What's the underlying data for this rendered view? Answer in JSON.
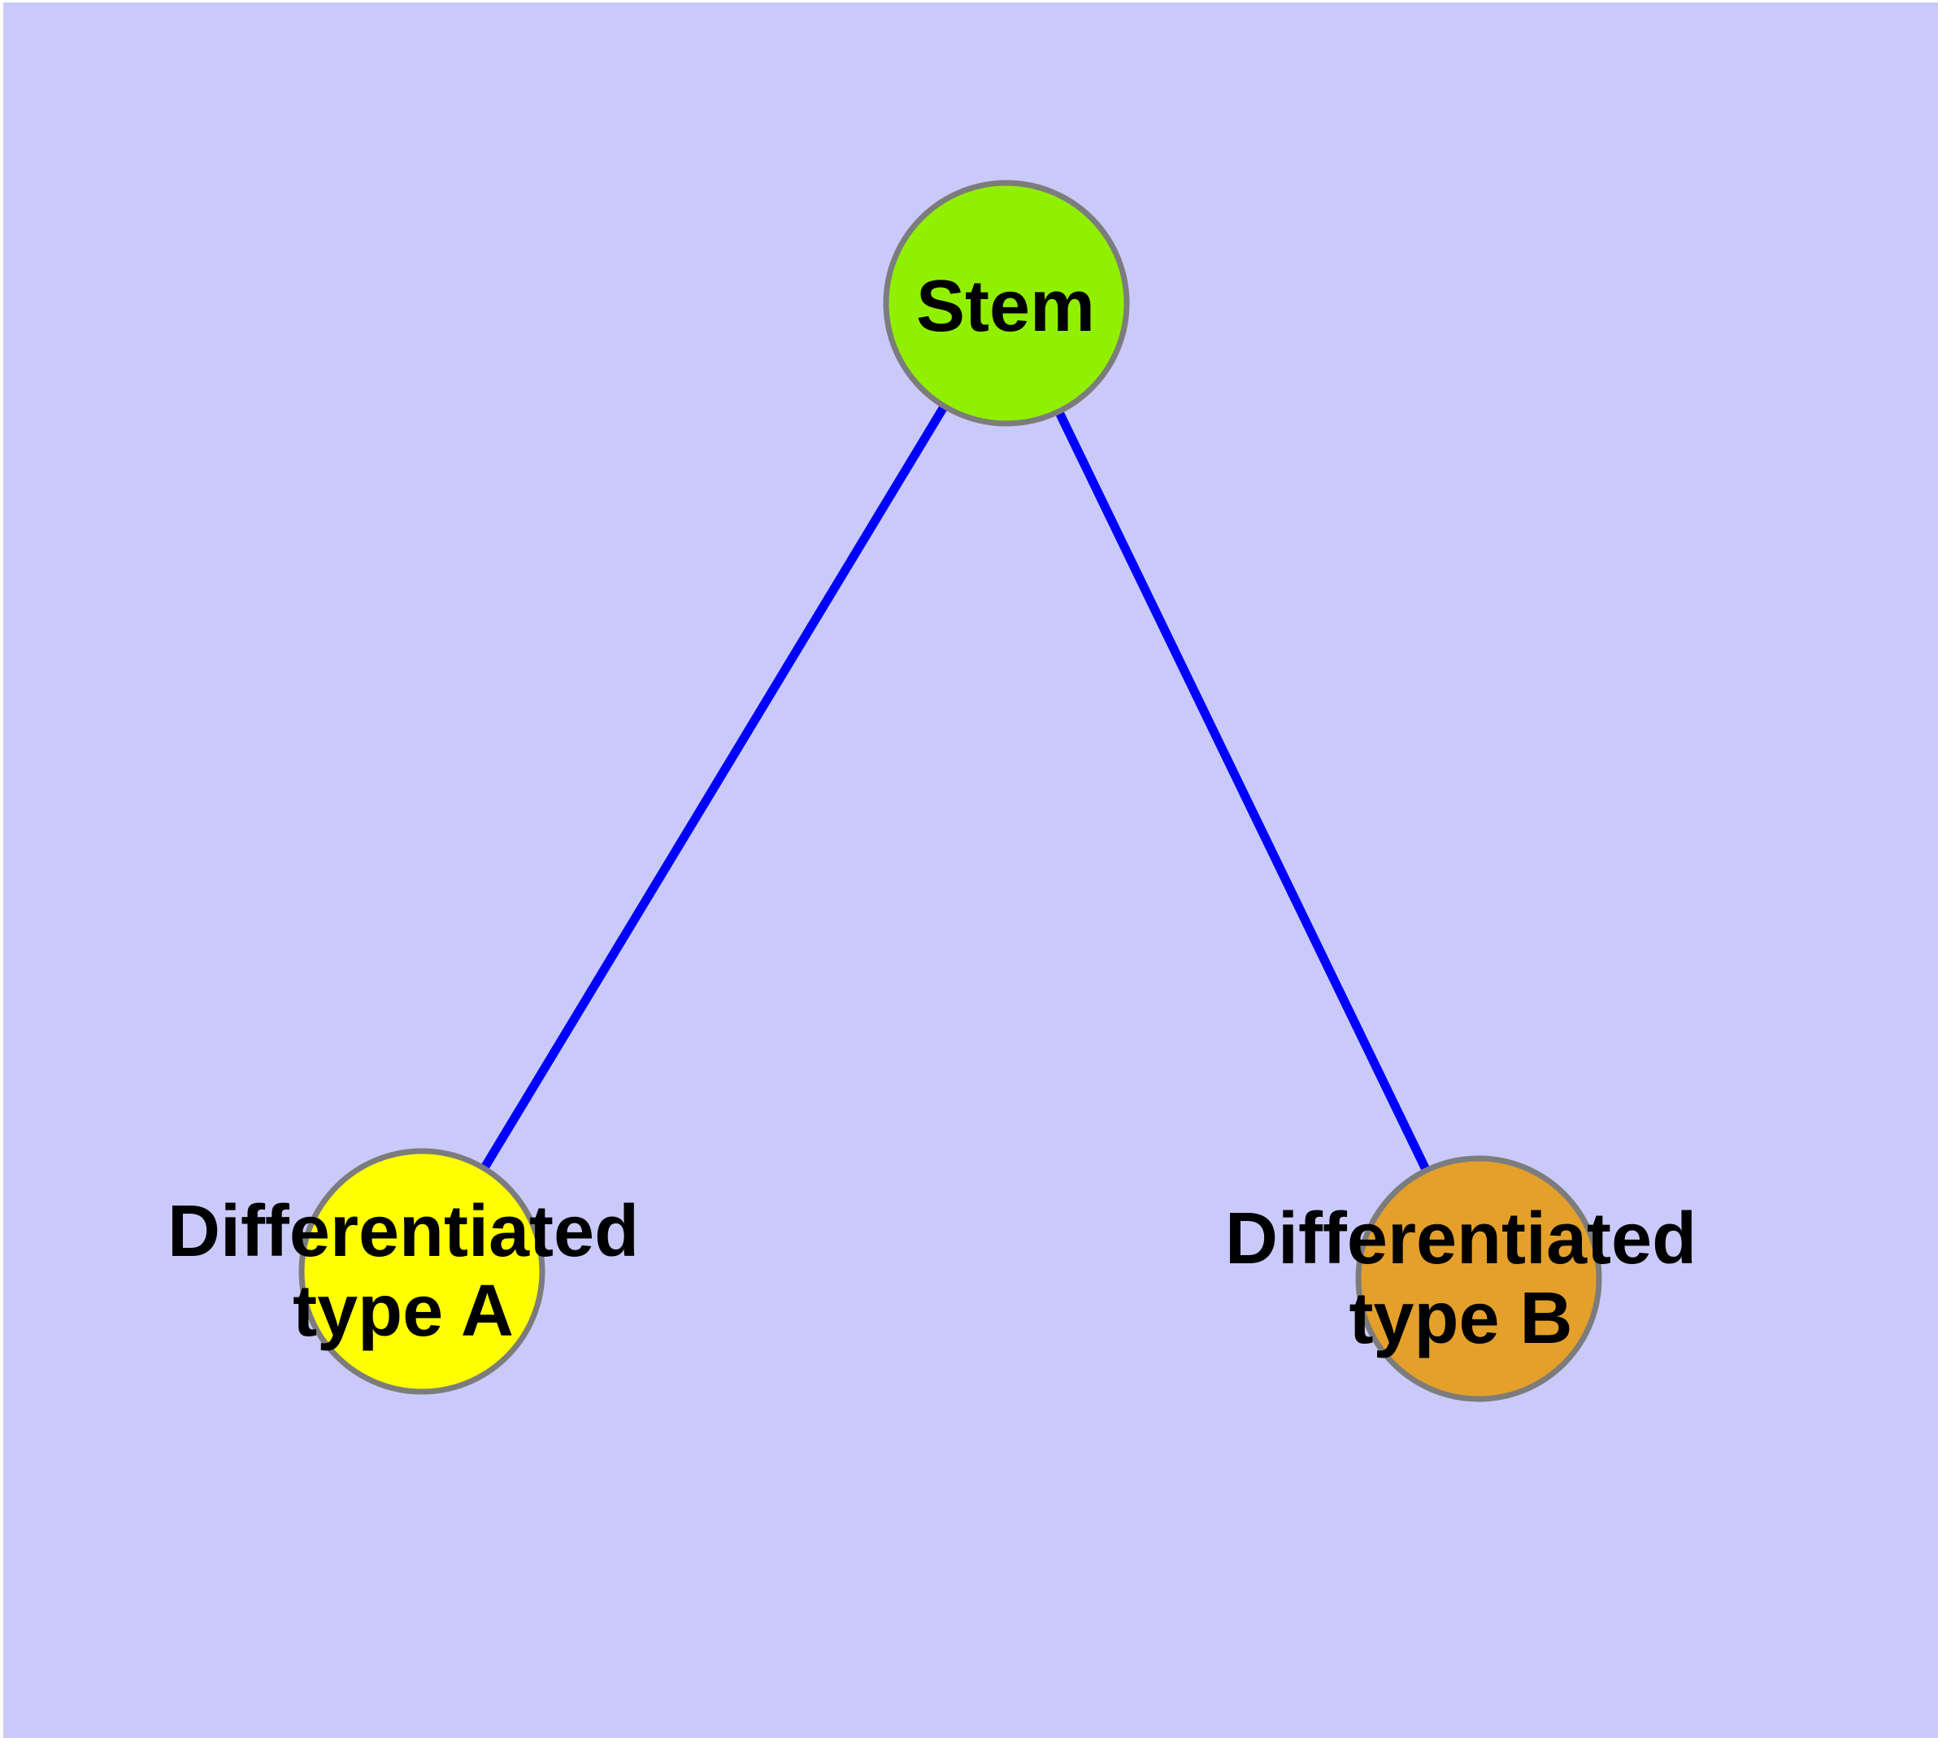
{
  "diagram": {
    "background_color": "#CACAFA",
    "margin_color": "#FFFFFF",
    "edge_color": "#0000FF",
    "node_border_color": "#7C7C7C",
    "label_color": "#000000",
    "nodes": [
      {
        "id": "stem",
        "label": "Stem",
        "fill": "#90F000"
      },
      {
        "id": "differentiated-type-a",
        "label_line1": "Differentiated",
        "label_line2": "type A",
        "fill": "#FFFF00"
      },
      {
        "id": "differentiated-type-b",
        "label_line1": "Differentiated",
        "label_line2": "type B",
        "fill": "#E4A02A"
      }
    ],
    "edges": [
      {
        "from": "stem",
        "to": "differentiated-type-a"
      },
      {
        "from": "stem",
        "to": "differentiated-type-b"
      }
    ]
  }
}
